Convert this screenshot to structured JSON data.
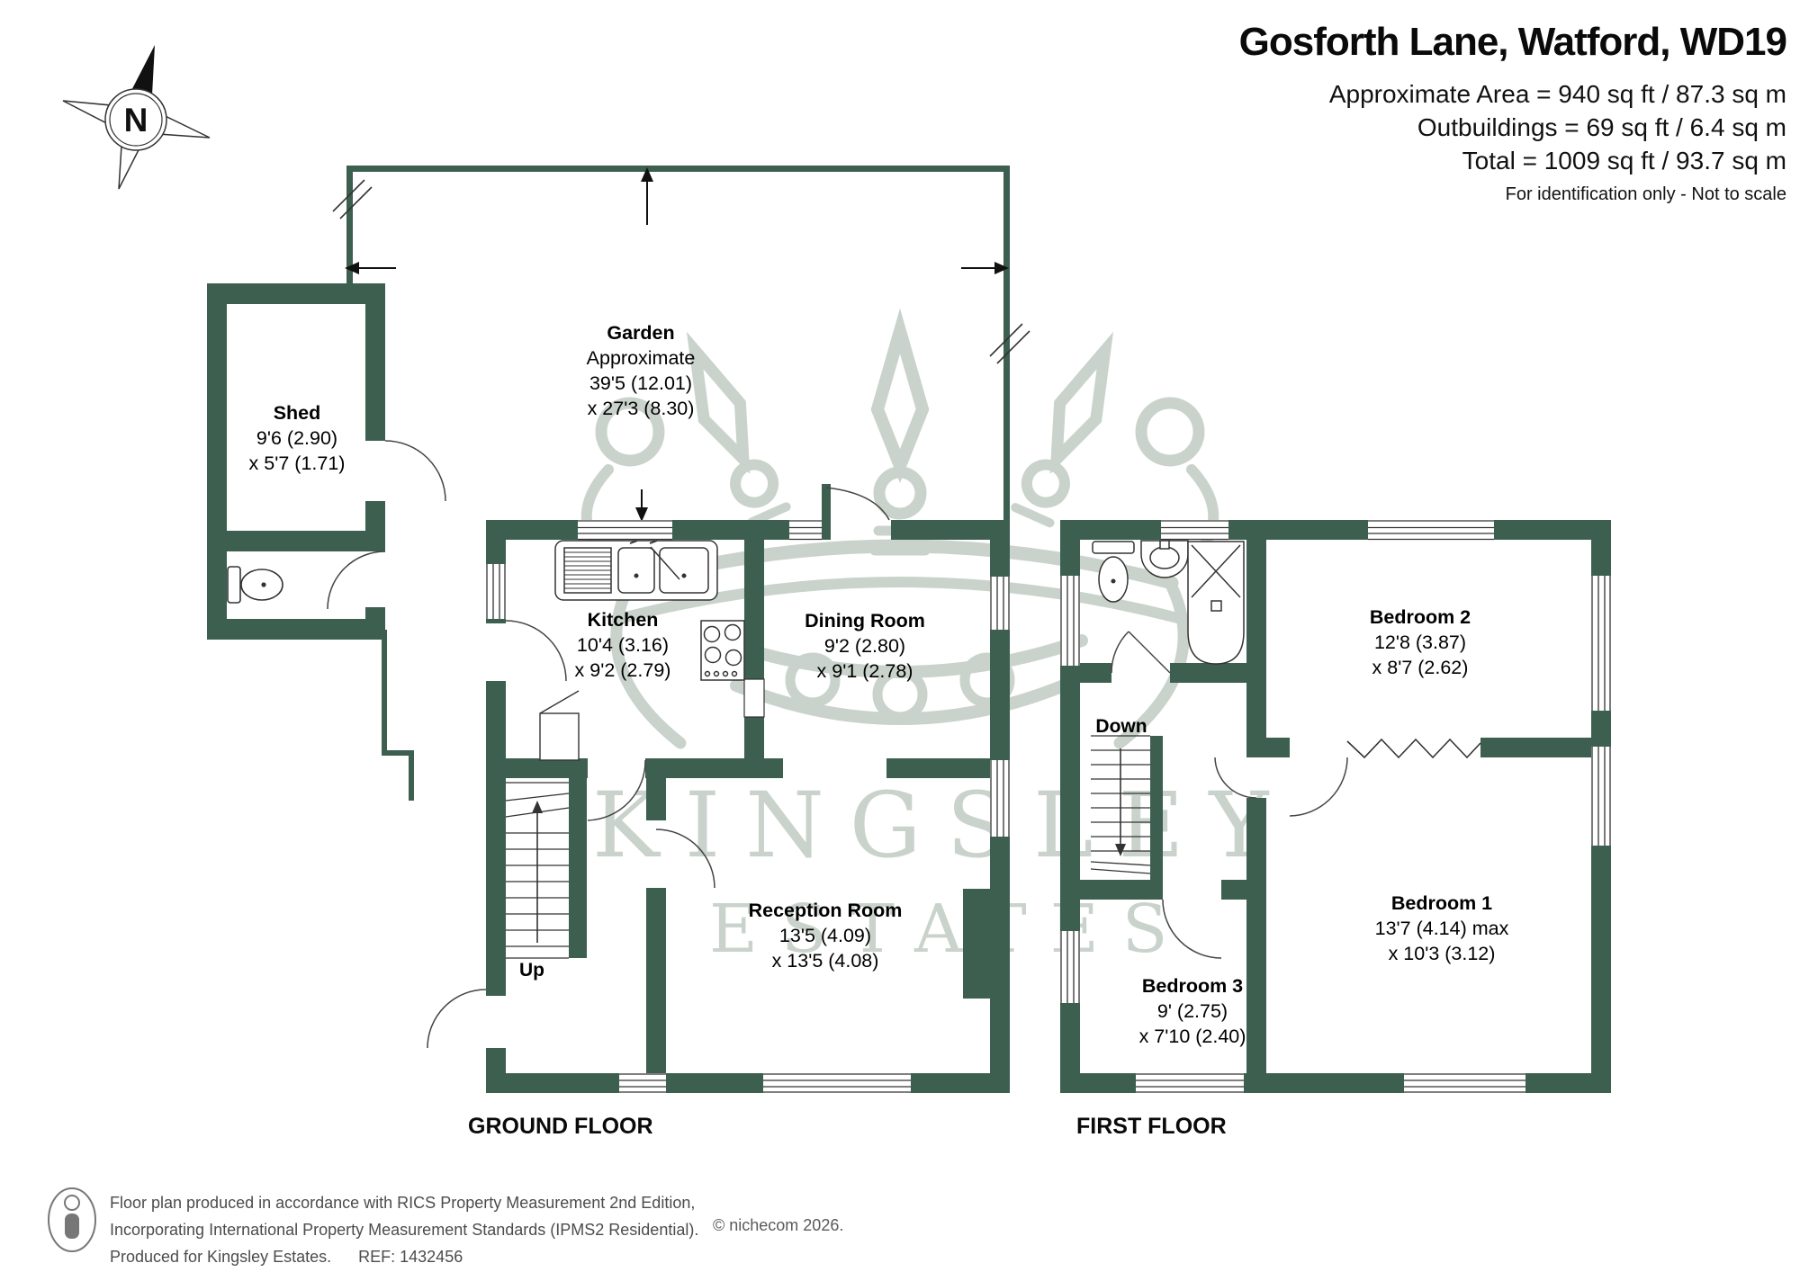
{
  "header": {
    "title": "Gosforth Lane, Watford, WD19",
    "area_line1": "Approximate Area = 940 sq ft / 87.3 sq m",
    "area_line2": "Outbuildings = 69 sq ft / 6.4 sq m",
    "area_line3": "Total = 1009 sq ft / 93.7 sq m",
    "disclaimer": "For identification only - Not to scale"
  },
  "compass": {
    "north_label": "N"
  },
  "watermark": {
    "line1": "KINGSLEY",
    "line2": "ESTATES"
  },
  "floors": {
    "ground": {
      "label": "GROUND FLOOR",
      "stairs_label": "Up",
      "rooms": {
        "garden": {
          "name": "Garden",
          "line2": "Approximate",
          "dim1": "39'5 (12.01)",
          "dim2": "x 27'3 (8.30)"
        },
        "shed": {
          "name": "Shed",
          "dim1": "9'6 (2.90)",
          "dim2": "x 5'7 (1.71)"
        },
        "kitchen": {
          "name": "Kitchen",
          "dim1": "10'4 (3.16)",
          "dim2": "x 9'2 (2.79)"
        },
        "dining": {
          "name": "Dining Room",
          "dim1": "9'2 (2.80)",
          "dim2": "x 9'1 (2.78)"
        },
        "reception": {
          "name": "Reception Room",
          "dim1": "13'5 (4.09)",
          "dim2": "x 13'5 (4.08)"
        }
      }
    },
    "first": {
      "label": "FIRST FLOOR",
      "stairs_label": "Down",
      "rooms": {
        "bedroom1": {
          "name": "Bedroom 1",
          "dim1": "13'7 (4.14) max",
          "dim2": "x 10'3 (3.12)"
        },
        "bedroom2": {
          "name": "Bedroom 2",
          "dim1": "12'8 (3.87)",
          "dim2": "x 8'7 (2.62)"
        },
        "bedroom3": {
          "name": "Bedroom 3",
          "dim1": "9' (2.75)",
          "dim2": "x 7'10 (2.40)"
        }
      }
    }
  },
  "footer": {
    "line1": "Floor plan produced in accordance with RICS Property Measurement 2nd Edition,",
    "line2": "Incorporating International Property Measurement Standards (IPMS2 Residential).",
    "line3": "Produced for Kingsley Estates.",
    "ref": "REF: 1432456",
    "copyright": "© nichecom 2026."
  },
  "colors": {
    "wall": "#3D5F50",
    "watermark": "#C9D3CC"
  }
}
